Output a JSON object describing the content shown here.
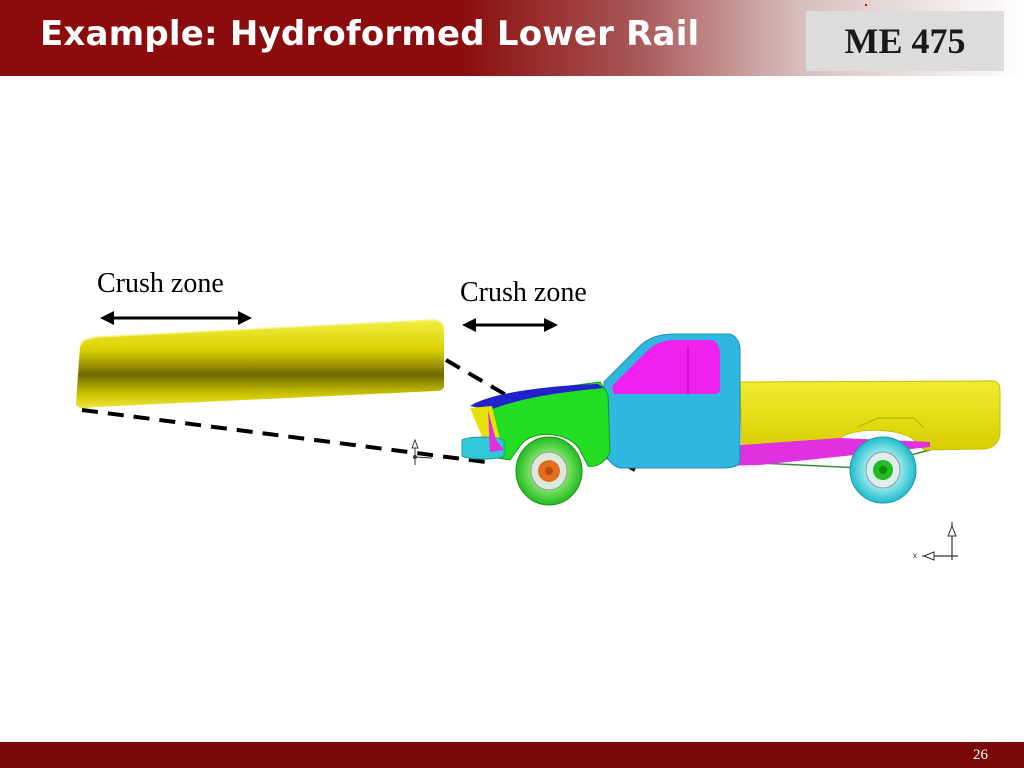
{
  "header": {
    "title": "Example:  Hydroformed Lower Rail",
    "course": "ME 475"
  },
  "figure": {
    "crush_zone_left": "Crush zone",
    "crush_zone_right": "Crush zone",
    "axis_label": "x",
    "colors": {
      "rail": "#e8e000",
      "cab": "#2fb7e0",
      "window": "#ee22ee",
      "fender": "#22dd22",
      "hood": "#2222cc",
      "bed": "#e8e000",
      "wheel": "#33cc33",
      "wheel_rear": "#33cccc",
      "hub": "#e07020"
    }
  },
  "footer": {
    "page_number": "26"
  }
}
